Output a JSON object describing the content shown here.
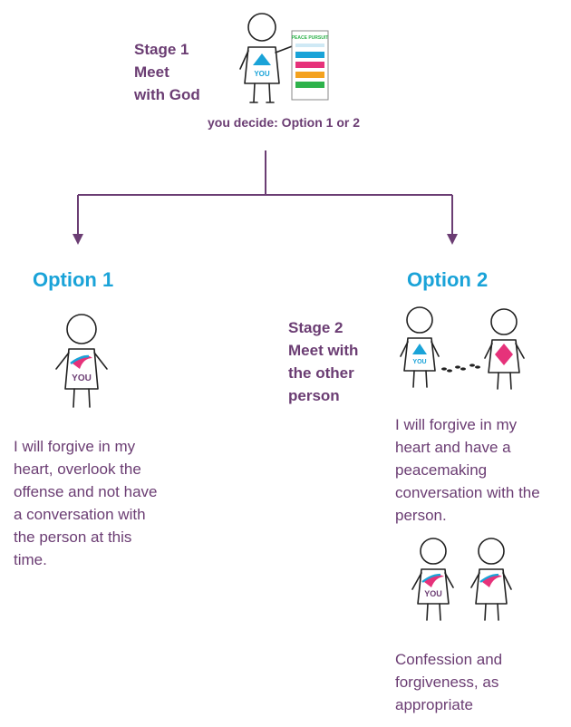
{
  "stage1": {
    "line1": "Stage 1",
    "line2": "Meet",
    "line3": "with God"
  },
  "decide_text": "you decide:  Option  1 or 2",
  "option1": {
    "title": "Option 1",
    "description": [
      "I will forgive in my",
      "heart, overlook the",
      "offense and not have",
      "a conversation with",
      "the person at this",
      "time."
    ]
  },
  "stage2": {
    "line1": "Stage 2",
    "line2": "Meet with",
    "line3": "the other",
    "line4": "person"
  },
  "option2": {
    "title": "Option 2",
    "description": [
      "I will forgive in my",
      "heart and have a",
      "peacemaking",
      "conversation with the",
      "person."
    ],
    "outcome": [
      "Confession and",
      "forgiveness, as",
      "appropriate"
    ]
  },
  "figure_label": "YOU",
  "poster_title": "PEACE PURSUIT",
  "colors": {
    "purple": "#6b3d73",
    "blue": "#1aa3d8",
    "pink": "#e6327a",
    "green": "#2eb24b"
  }
}
